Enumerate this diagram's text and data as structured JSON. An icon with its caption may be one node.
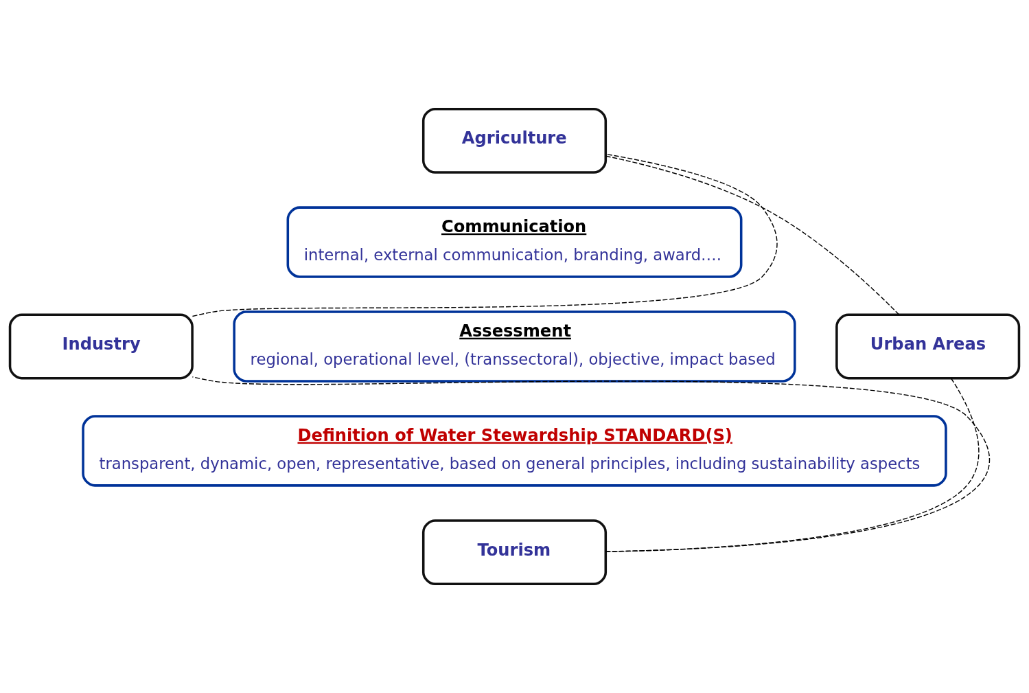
{
  "diagram": {
    "nodes": [
      {
        "text": [
          "Agriculture"
        ]
      },
      {
        "text": [
          "Communication",
          "internal, external communication, branding, award…."
        ]
      },
      {
        "text": [
          "Assessment",
          "regional, operational level, (transsectoral), objective, impact based"
        ]
      },
      {
        "text": [
          "Industry"
        ]
      },
      {
        "text": [
          "Urban Areas"
        ]
      },
      {
        "text": [
          "Definition of Water Stewardship STANDARD(S)",
          "transparent, dynamic, open, representative, based on general principles, including sustainability aspects"
        ]
      },
      {
        "text": [
          "Tourism"
        ]
      }
    ],
    "edges": [
      {
        "from": 0,
        "to": 4,
        "arrow": "none",
        "style": "dashed"
      },
      {
        "from": 4,
        "to": 6,
        "arrow": "none",
        "style": "dashed"
      },
      {
        "from": 6,
        "to": 3,
        "arrow": "none",
        "style": "dashed"
      },
      {
        "from": 3,
        "to": 0,
        "arrow": "none",
        "style": "dashed"
      }
    ]
  }
}
